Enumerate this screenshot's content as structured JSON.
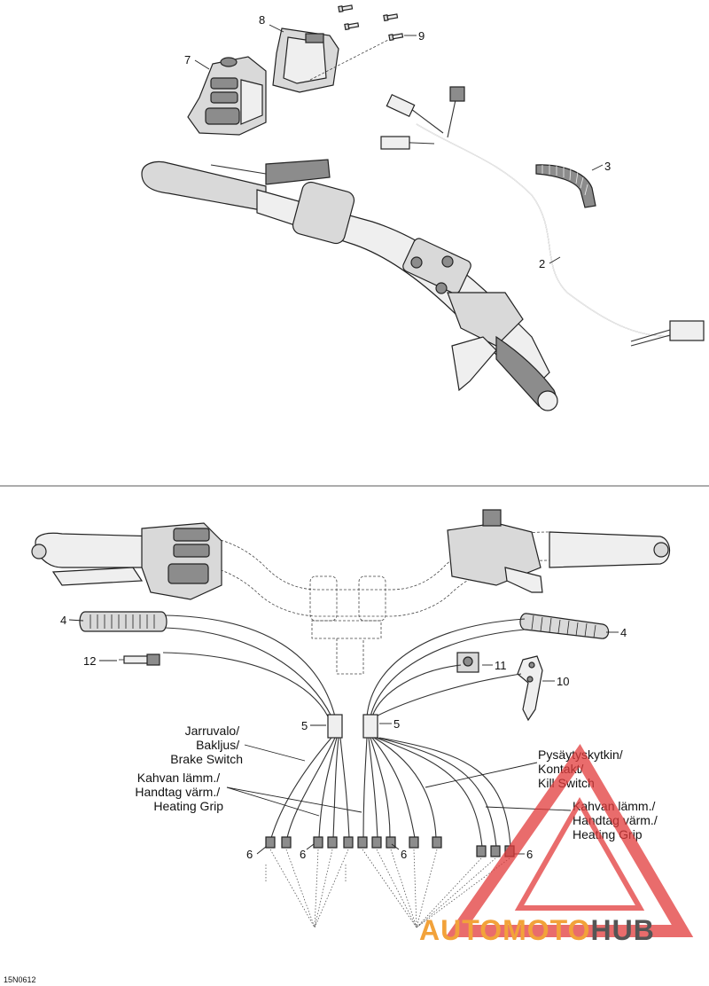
{
  "callouts": {
    "c1": "7",
    "c2": "8",
    "c3": "9",
    "c4": "3",
    "c5": "2",
    "c6": "4",
    "c7": "4",
    "c8": "12",
    "c9": "11",
    "c10": "10",
    "c11": "5",
    "c12": "5",
    "c13": "6",
    "c14": "6",
    "c15": "6",
    "c16": "6"
  },
  "labels": {
    "brake": [
      "Jarruvalo/",
      "Bakljus/",
      "Brake Switch"
    ],
    "heat_left": [
      "Kahvan lämm./",
      "Handtag värm./",
      "Heating Grip"
    ],
    "kill": [
      "Pysäytyskytkin/",
      "Kontakt/",
      "Kill Switch"
    ],
    "heat_right": [
      "Kahvan lämm./",
      "Handtag värm./",
      "Heating Grip"
    ]
  },
  "figure_code": "15N0612",
  "watermark": {
    "text_part1": "AUTOMOTO",
    "text_part2": "HUB",
    "color_triangle": "#e23b3b",
    "color_text1": "#f2a23a",
    "color_text2": "#555555"
  }
}
